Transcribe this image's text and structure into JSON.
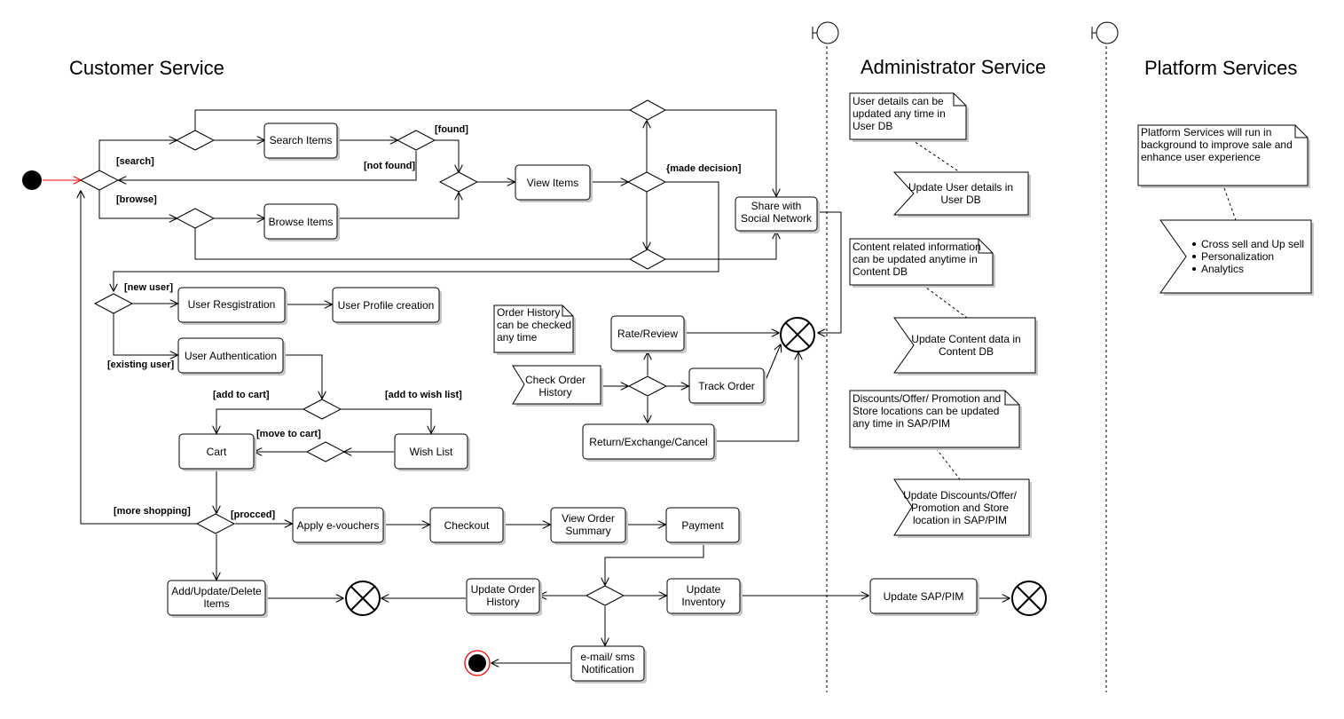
{
  "lanes": {
    "customer": "Customer Service",
    "admin": "Administrator Service",
    "platform": "Platform Services"
  },
  "colors": {
    "start_node": "#000000",
    "start_arrow": "#ff0000",
    "end_ring": "#ff0000",
    "shadow": "#c8c8c8"
  },
  "actions": {
    "search_items": "Search Items",
    "view_items": "View Items",
    "browse_items": "Browse Items",
    "share_social": [
      "Share with",
      "Social Network"
    ],
    "user_registration": "User Resgistration",
    "user_profile_creation": "User Profile creation",
    "user_authentication": "User Authentication",
    "cart": "Cart",
    "wish_list": "Wish List",
    "apply_evouchers": "Apply e-vouchers",
    "checkout": "Checkout",
    "view_order_summary": [
      "View Order",
      "Summary"
    ],
    "payment": "Payment",
    "add_update_delete": [
      "Add/Update/Delete",
      "Items"
    ],
    "update_order_history": [
      "Update Order",
      "History"
    ],
    "update_inventory": [
      "Update",
      "Inventory"
    ],
    "update_sap_pim": "Update SAP/PIM",
    "email_sms": [
      "e-mail/ sms",
      "Notification"
    ],
    "rate_review": "Rate/Review",
    "track_order": "Track Order",
    "return_exchange": "Return/Exchange/Cancel",
    "check_order_history": [
      "Check Order",
      "History"
    ]
  },
  "guards": {
    "search": "[search]",
    "browse": "[browse]",
    "found": "[found]",
    "not_found": "[not found]",
    "made_decision": "{made decision]",
    "new_user": "[new user]",
    "existing_user": "[existing user]",
    "add_to_cart": "[add to cart]",
    "add_to_wish_list": "[add to wish list]",
    "move_to_cart": "[move to cart]",
    "more_shopping": "[more shopping]",
    "procced": "[procced]"
  },
  "notes": {
    "order_history": [
      "Order History",
      "can be checked",
      "any time"
    ],
    "user_details": [
      "User details can be",
      "updated any time in",
      "User DB"
    ],
    "content_info": [
      "Content related information",
      "can be updated anytime in",
      "Content DB"
    ],
    "discounts": [
      "Discounts/Offer/ Promotion and",
      "Store locations can be updated",
      "any time in SAP/PIM"
    ],
    "platform_note": [
      "Platform Services will run in",
      "background to improve sale and",
      "enhance user experience"
    ]
  },
  "signals": {
    "update_user_details": [
      "Update User details in",
      "User DB"
    ],
    "update_content": [
      "Update Content data in",
      "Content DB"
    ],
    "update_discounts": [
      "Update Discounts/Offer/",
      "Promotion and Store",
      "location in SAP/PIM"
    ]
  },
  "platform_list": [
    "Cross sell  and Up sell",
    "Personalization",
    "Analytics"
  ]
}
